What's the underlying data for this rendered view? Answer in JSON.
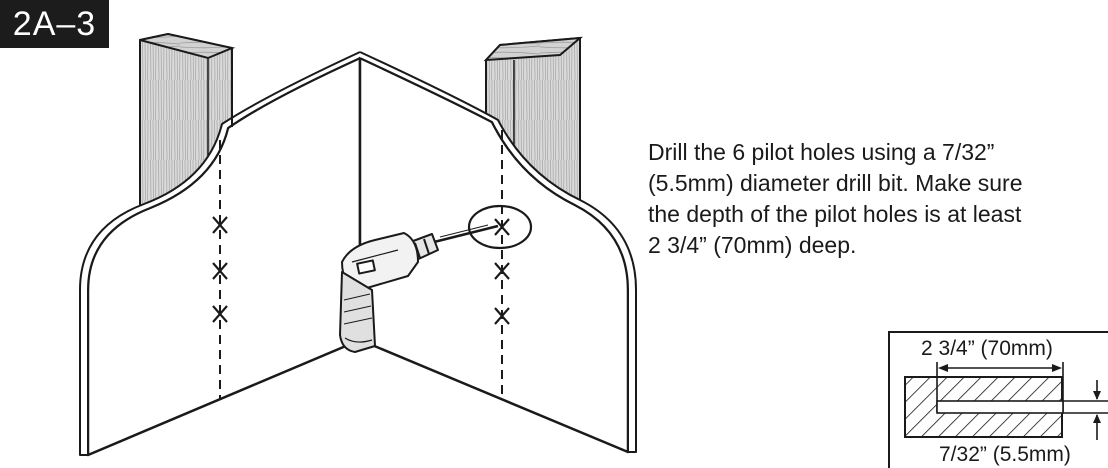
{
  "step": {
    "label": "2A–3"
  },
  "instructions": {
    "lines": [
      "Drill the 6 pilot holes using a 7/32”",
      "(5.5mm) diameter drill bit. Make sure",
      "the depth of the pilot holes is at least",
      "2 3/4” (70mm) deep."
    ]
  },
  "detail": {
    "depth_label": "2 3/4” (70mm)",
    "diameter_label": "7/32” (5.5mm)"
  },
  "colors": {
    "badge_bg": "#1c1c1c",
    "line": "#1a1a1a",
    "post_fill": "#d9d9d9"
  },
  "icons": [
    "drill-icon",
    "pilot-hole-mark",
    "highlight-circle"
  ]
}
